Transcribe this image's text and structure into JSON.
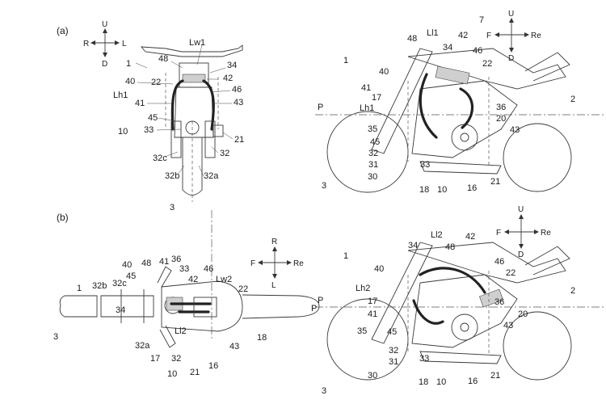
{
  "panels": {
    "a": {
      "label": "(a)",
      "front_view": {
        "direction": {
          "up": "U",
          "down": "D",
          "left": "R",
          "right": "L"
        },
        "labels": [
          "Lw1",
          "1",
          "48",
          "34",
          "40",
          "22",
          "42",
          "Lh1",
          "46",
          "41",
          "43",
          "45",
          "10",
          "33",
          "21",
          "32",
          "32c",
          "32b",
          "32a",
          "3"
        ]
      },
      "side_view": {
        "direction": {
          "up": "U",
          "down": "D",
          "left": "F",
          "right": "Re"
        },
        "labels": [
          "7",
          "48",
          "Ll1",
          "42",
          "34",
          "46",
          "1",
          "40",
          "22",
          "41",
          "17",
          "2",
          "P",
          "Lh1",
          "36",
          "20",
          "35",
          "43",
          "45",
          "32",
          "31",
          "33",
          "30",
          "18",
          "10",
          "16",
          "21",
          "3"
        ]
      }
    },
    "b": {
      "label": "(b)",
      "top_view": {
        "direction": {
          "up": "R",
          "down": "L",
          "left": "F",
          "right": "Re"
        },
        "labels": [
          "40",
          "48",
          "41",
          "36",
          "33",
          "46",
          "Lw2",
          "22",
          "1",
          "32b",
          "32c",
          "45",
          "42",
          "34",
          "P",
          "3",
          "32a",
          "Ll2",
          "18",
          "17",
          "32",
          "43",
          "10",
          "21",
          "16"
        ]
      },
      "side_view": {
        "direction": {
          "up": "U",
          "down": "D",
          "left": "F",
          "right": "Re"
        },
        "labels": [
          "Ll2",
          "34",
          "48",
          "42",
          "1",
          "40",
          "46",
          "22",
          "Lh2",
          "2",
          "P",
          "17",
          "36",
          "41",
          "20",
          "45",
          "43",
          "35",
          "32",
          "31",
          "33",
          "30",
          "18",
          "10",
          "16",
          "21",
          "3"
        ]
      }
    }
  },
  "colors": {
    "ink": "#1a1a1a",
    "line": "#3a3a3a",
    "hatch": "#cfcfcf",
    "background": "#ffffff"
  }
}
